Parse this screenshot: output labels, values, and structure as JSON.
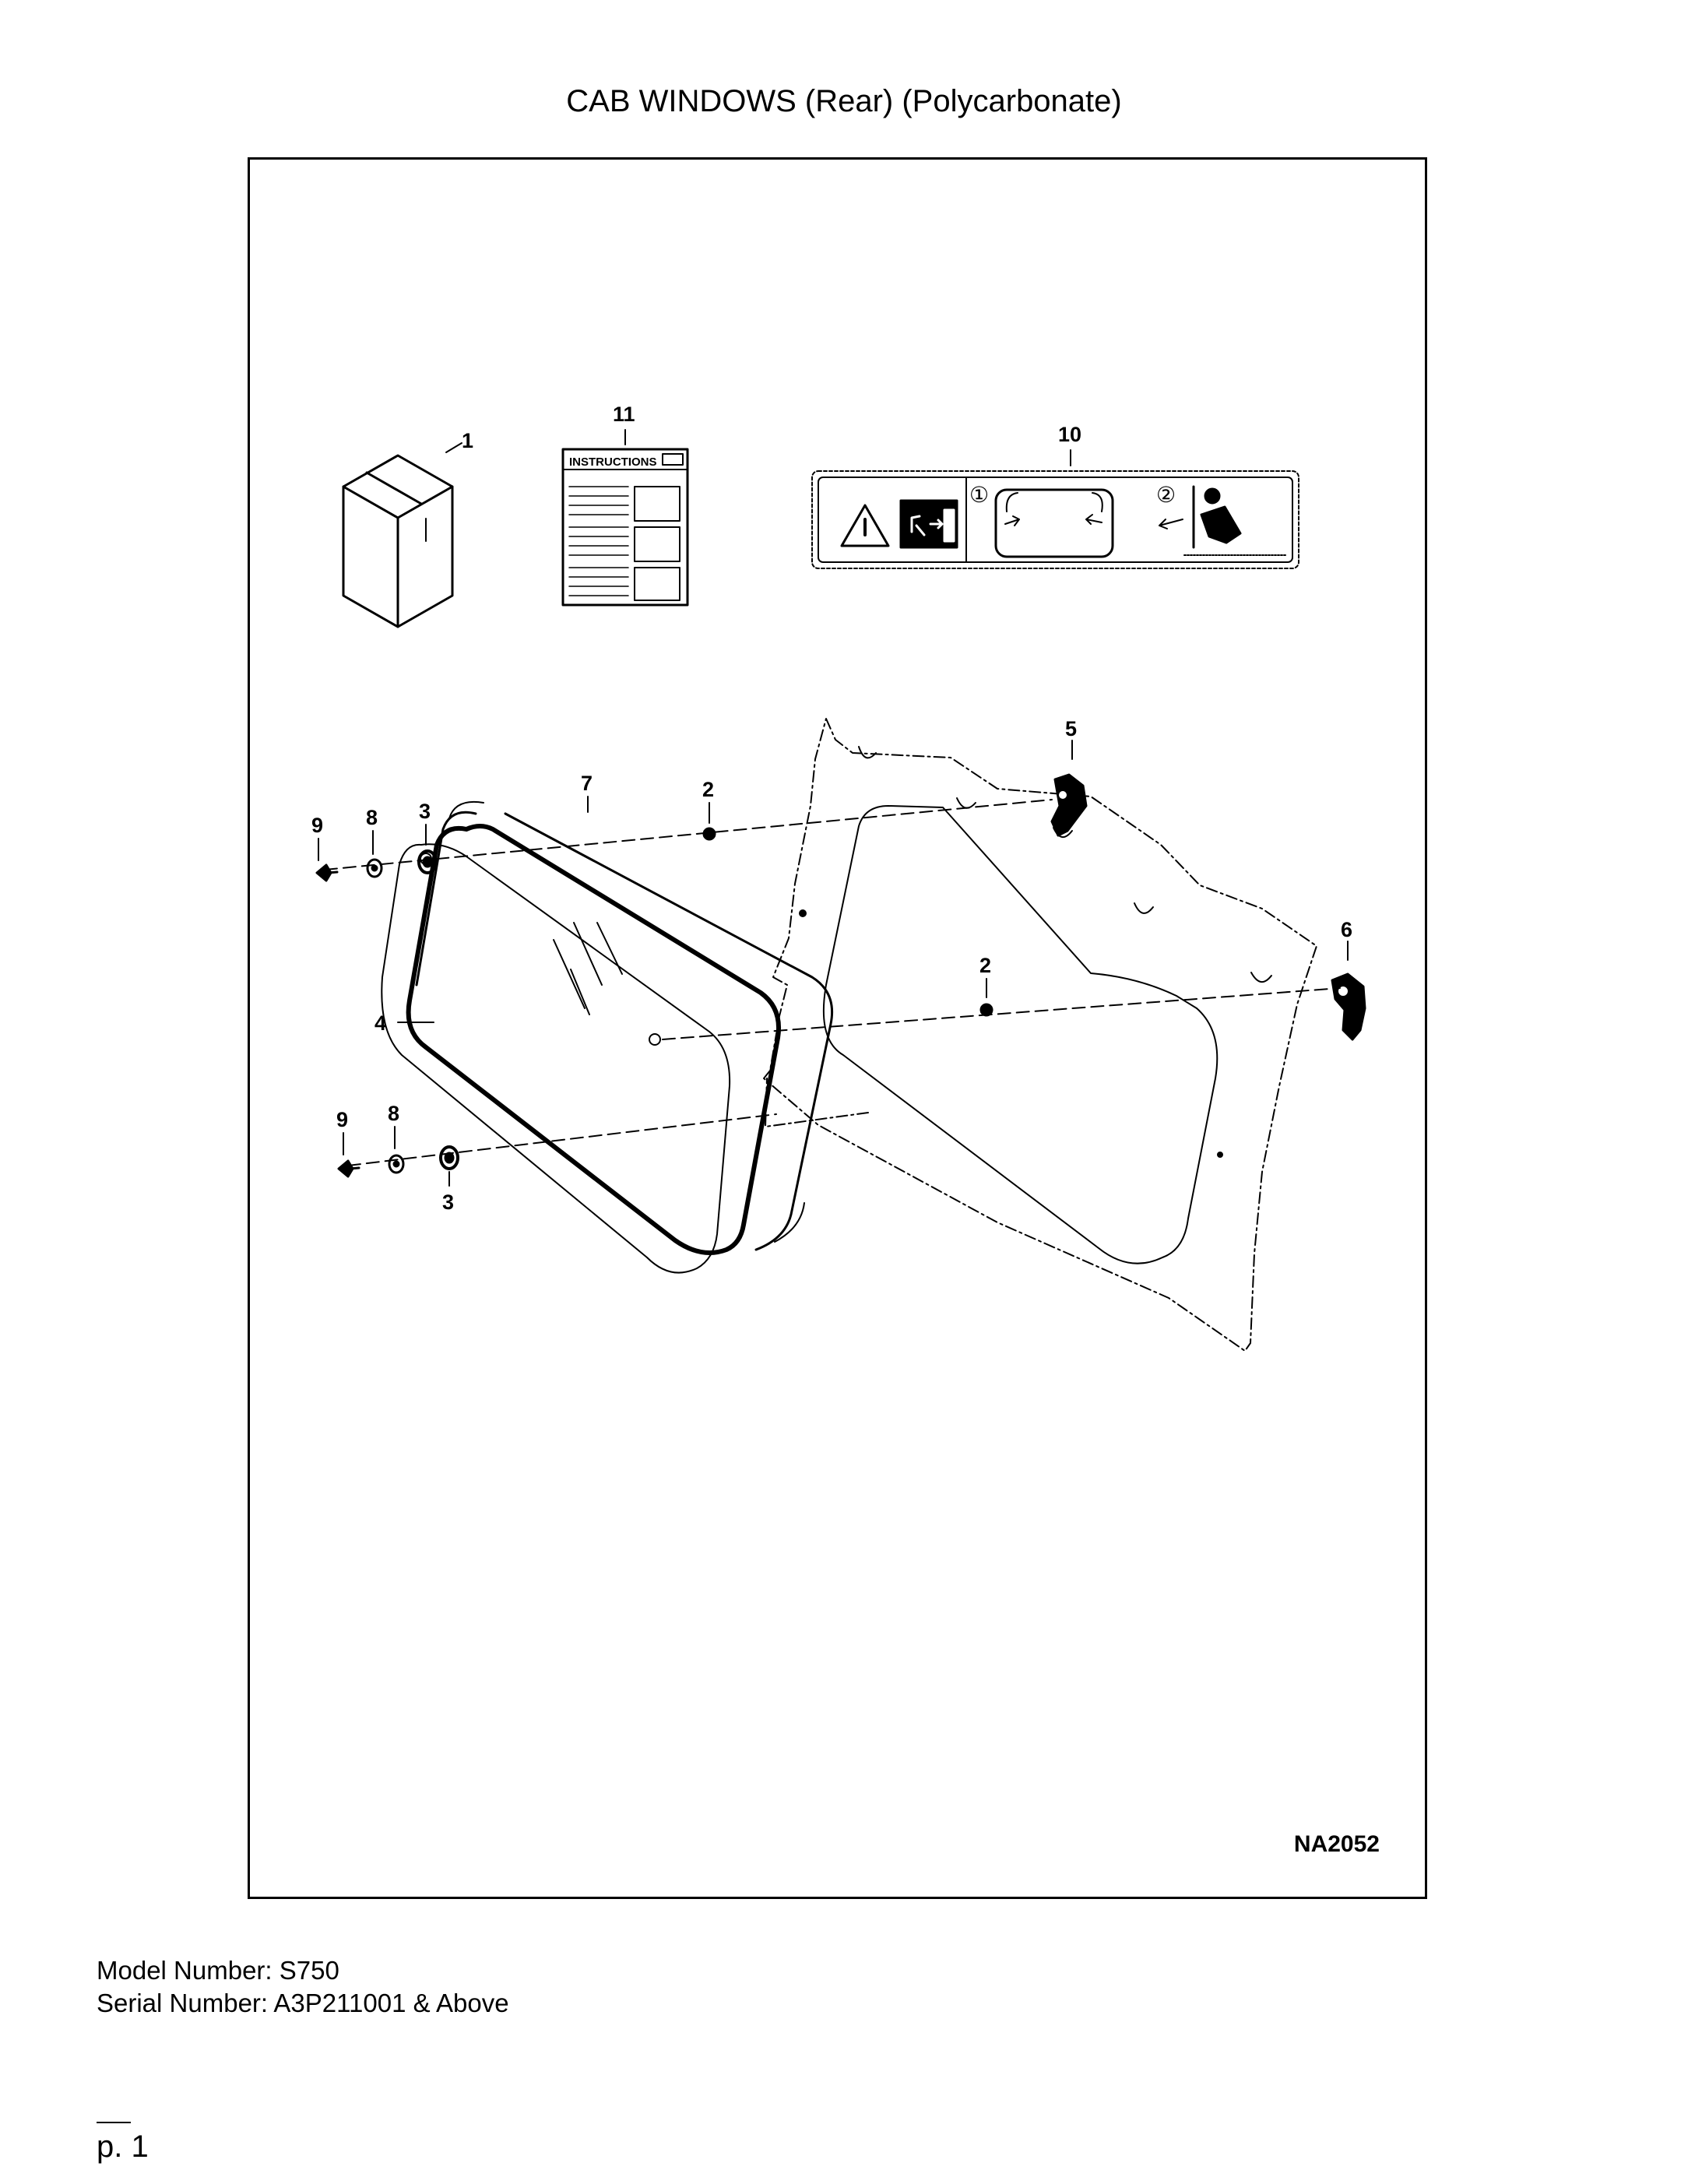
{
  "document": {
    "title": "CAB WINDOWS (Rear) (Polycarbonate)",
    "figure_code": "NA2052",
    "model_label": "Model Number: S750",
    "serial_label": "Serial Number: A3P211001 & Above",
    "page_label": "p. 1"
  },
  "callouts": {
    "c1": "1",
    "c11": "11",
    "c10": "10",
    "c5": "5",
    "c6": "6",
    "c7": "7",
    "c2a": "2",
    "c2b": "2",
    "c9a": "9",
    "c8a": "8",
    "c3a": "3",
    "c4": "4",
    "c9b": "9",
    "c8b": "8",
    "c3b": "3"
  },
  "decal": {
    "instructions_label": "INSTRUCTIONS",
    "step1": "①",
    "step2": "②"
  }
}
